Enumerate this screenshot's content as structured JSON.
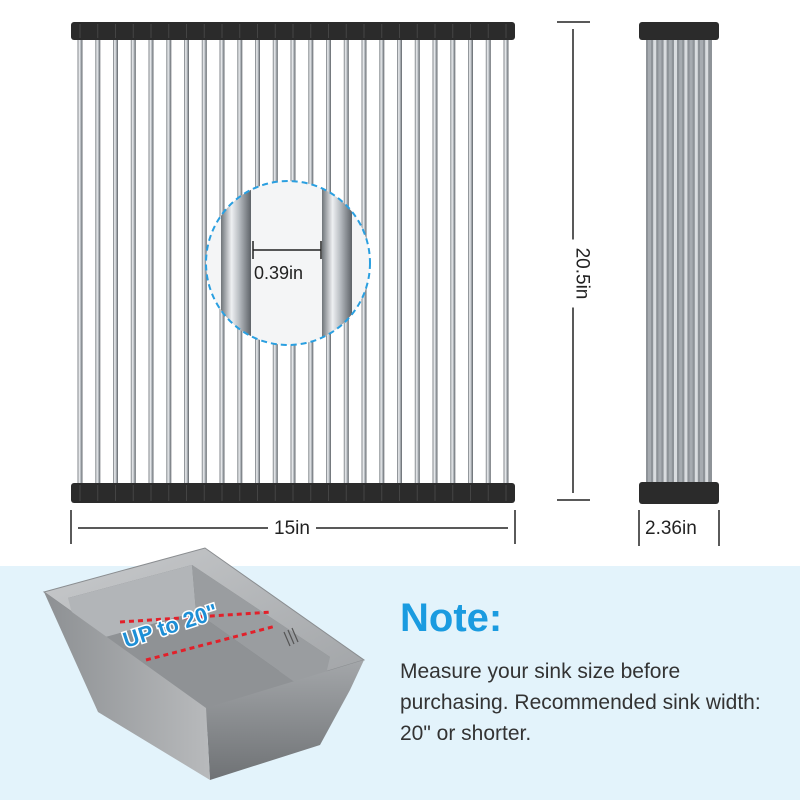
{
  "dimensions": {
    "width": "15in",
    "height": "20.5in",
    "folded_width": "2.36in",
    "rod_gap": "0.39in"
  },
  "sink": {
    "width_callout": "UP to 20\""
  },
  "note": {
    "title": "Note:",
    "body": "Measure your sink size before purchasing. Recommended sink width: 20\" or shorter."
  },
  "colors": {
    "accent": "#1a9be0",
    "callout_fill": "#1e8fd6",
    "callout_line": "#e2202a",
    "band": "#e3f3fb",
    "text": "#222222",
    "rubber": "#2b2b2b"
  },
  "rack": {
    "rod_count": 25
  }
}
